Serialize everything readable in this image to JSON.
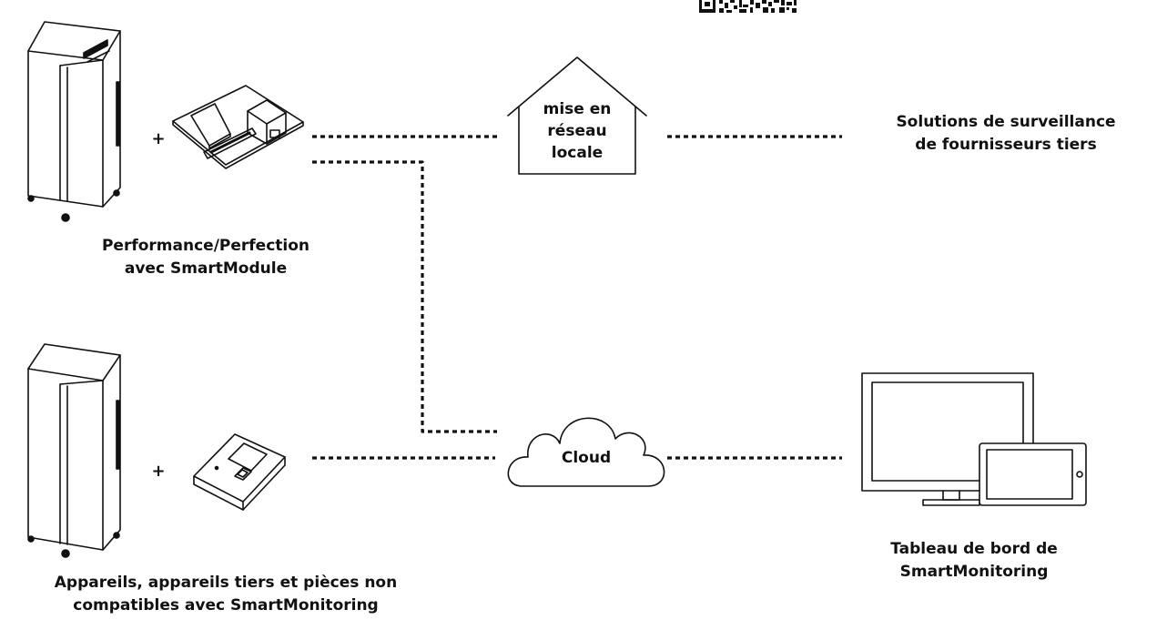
{
  "diagram": {
    "nodes": {
      "appliance_smartmodule": {
        "plus": "+",
        "label_lines": [
          "Performance/Perfection",
          "avec SmartModule"
        ]
      },
      "appliance_other": {
        "plus": "+",
        "label_lines": [
          "Appareils, appareils tiers et pièces non",
          "compatibles avec SmartMonitoring"
        ]
      },
      "local_network": {
        "label_lines": [
          "mise en",
          "réseau",
          "locale"
        ]
      },
      "cloud": {
        "label": "Cloud"
      },
      "third_party": {
        "label_lines": [
          "Solutions de surveillance",
          "de fournisseurs tiers"
        ]
      },
      "dashboard": {
        "label_lines": [
          "Tableau de bord de",
          "SmartMonitoring"
        ]
      }
    },
    "connections": [
      {
        "from": "appliance_smartmodule",
        "to": "local_network"
      },
      {
        "from": "local_network",
        "to": "third_party"
      },
      {
        "from": "appliance_smartmodule",
        "to": "cloud"
      },
      {
        "from": "appliance_other",
        "to": "cloud"
      },
      {
        "from": "cloud",
        "to": "dashboard"
      }
    ]
  }
}
